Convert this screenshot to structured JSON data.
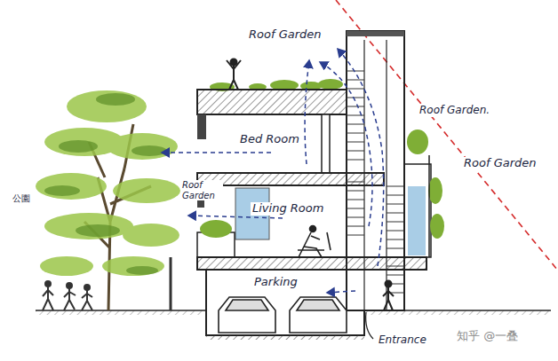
{
  "diagram": {
    "labels": [
      "Roof Garden",
      "Roof Garden.",
      "Roof Garden",
      "Bed Room",
      "公園",
      "Roof Garden",
      "Living Room",
      "Parking",
      "Entrance",
      "知乎 @一叠"
    ]
  }
}
